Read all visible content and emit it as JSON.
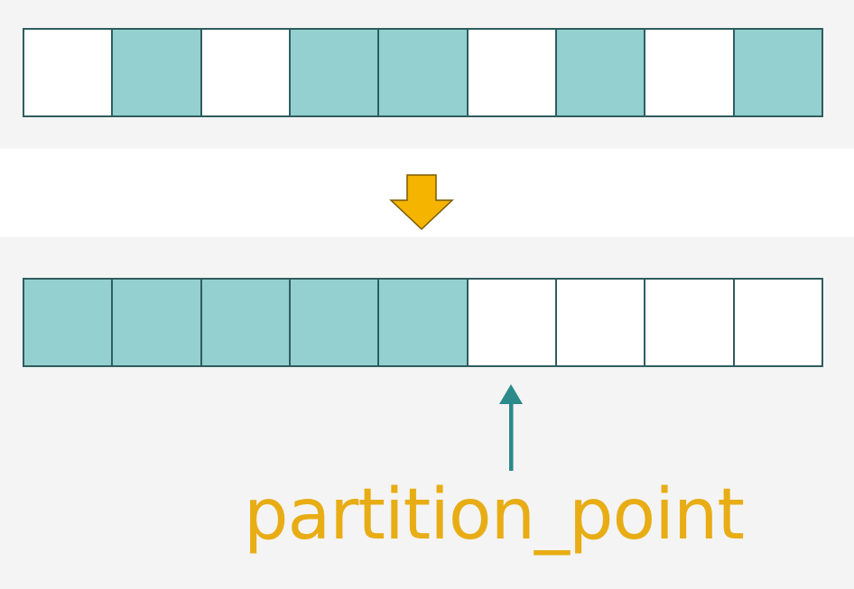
{
  "colors": {
    "filled": "#93d0cf",
    "empty": "#ffffff",
    "arrow_down": "#f4b400",
    "arrow_up": "#2b8a8a",
    "label": "#e8ad15"
  },
  "array_before": [
    1,
    0,
    1,
    0,
    0,
    1,
    0,
    1,
    0
  ],
  "array_after": [
    0,
    0,
    0,
    0,
    0,
    1,
    1,
    1,
    1
  ],
  "cell_state_legend": {
    "filled": 0,
    "empty": 1
  },
  "arrow_down_icon": "down-arrow-icon",
  "pointer_icon": "up-arrow-icon",
  "pointer_index": 5,
  "label": "partition_point"
}
